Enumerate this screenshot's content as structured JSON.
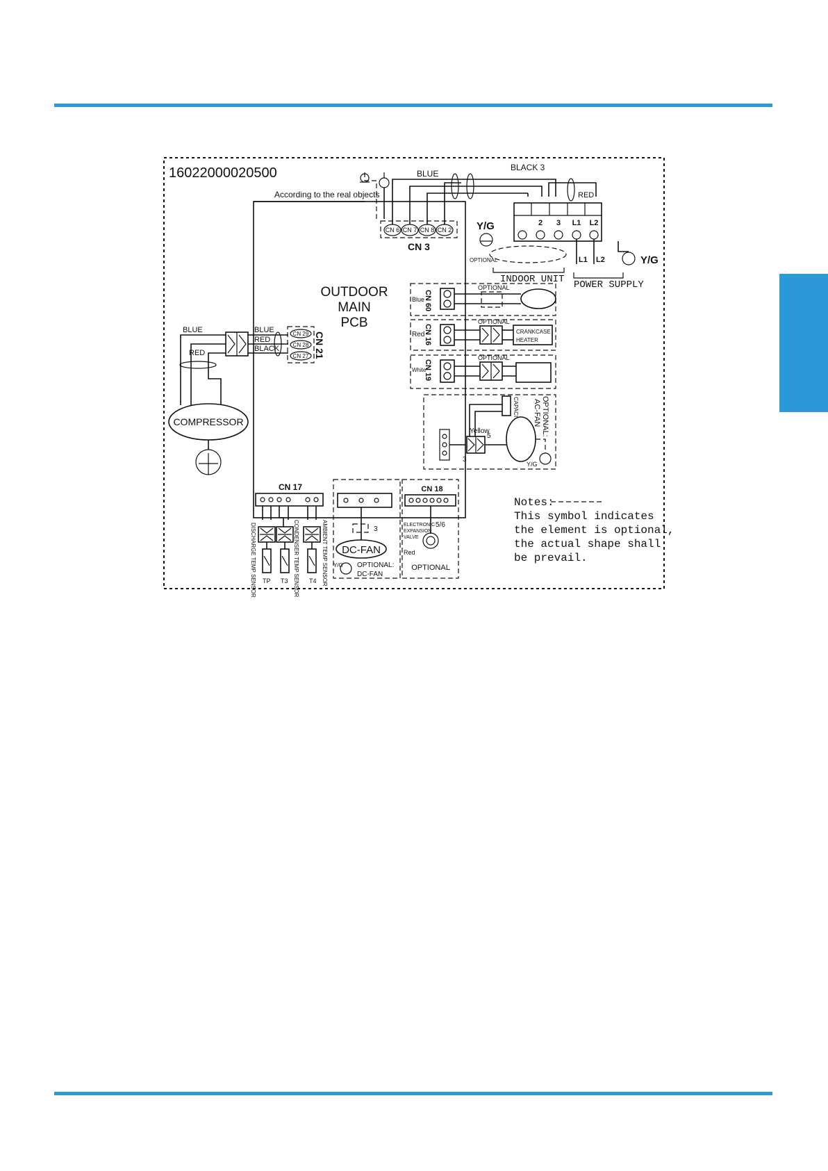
{
  "colors": {
    "accent": "#2b98d8"
  },
  "diagram": {
    "code": "16022000020500",
    "note_real_objects": "According to the real objects",
    "wires": {
      "blue_top": "BLUE",
      "black3": "BLACK 3",
      "red_top": "RED",
      "blue_left": "BLUE",
      "red_left": "RED",
      "blue_cn21": "BLUE",
      "red_cn21": "RED",
      "black_cn21": "BLACK"
    },
    "cn3": {
      "label": "CN 3",
      "pins": [
        "CN 6",
        "CN 7",
        "CN 8",
        "CN 2"
      ]
    },
    "terminal": {
      "labels": [
        "2",
        "3",
        "L1",
        "L2"
      ]
    },
    "yg_top": "Y/G",
    "optional_small": "OPTIONAL",
    "indoor_unit": "INDOOR UNIT",
    "power_supply": "POWER SUPPLY",
    "l1": "L1",
    "l2": "L2",
    "yg_right": "Y/G",
    "pcb": {
      "line1": "OUTDOOR",
      "line2": "MAIN",
      "line3": "PCB"
    },
    "cn21": {
      "label": "CN 21",
      "pins": [
        "CN 29",
        "CN 28",
        "CN 27"
      ]
    },
    "compressor": "COMPRESSOR",
    "cn60": {
      "label": "CN 60",
      "wire": "Blue",
      "optional": "OPTIONAL"
    },
    "cn16": {
      "label": "CN 16",
      "wire": "Red",
      "optional": "OPTIONAL",
      "device_line1": "CRANKCASE",
      "device_line2": "HEATER"
    },
    "cn19": {
      "label": "CN 19",
      "wire": "White",
      "optional": "OPTIONAL"
    },
    "acfan": {
      "capacitor": "CAPACITOR",
      "yellow": "Yellow",
      "five": "5",
      "three": "3",
      "yg": "Y/G",
      "optional_line1": "OPTIONAL:",
      "optional_line2": "AC-FAN"
    },
    "cn17": {
      "label": "CN 17",
      "sensors": [
        "DISCHARGE TEMP SENSOR",
        "CONDENSER TEMP SENSOR",
        "AMBIENT TEMP SENSOR"
      ],
      "tags": [
        "TP",
        "T3",
        "T4"
      ]
    },
    "dcfan": {
      "label": "DC-FAN",
      "three": "3",
      "yg": "Y/G",
      "optional_line1": "OPTIONAL:",
      "optional_line2": "DC-FAN"
    },
    "cn18": {
      "label": "CN 18",
      "eev_line1": "ELECTRONIC",
      "eev_line2": "EXPANSION",
      "eev_line3": "VALVE",
      "fivesix": "5/6",
      "red": "Red",
      "optional": "OPTIONAL"
    },
    "notes": {
      "title": "Notes:",
      "lines": [
        "This symbol indicates",
        "the element is optional,",
        "the actual shape shall",
        "be prevail."
      ]
    }
  }
}
